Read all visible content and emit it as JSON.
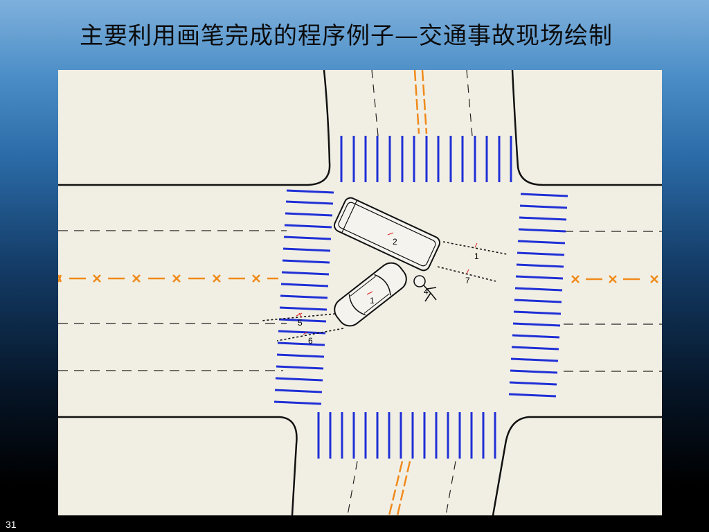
{
  "slide": {
    "title": "主要利用画笔完成的程序例子—交通事故现场绘制",
    "page_number": "31"
  },
  "colors": {
    "background": "#f1efe4",
    "crosswalk": "#1f2fd6",
    "center_line": "#f08a1a",
    "road_edge": "#111111",
    "marker": "#e02020"
  },
  "scene": {
    "vehicles": [
      {
        "id": "vehicle-2",
        "label": "2"
      },
      {
        "id": "vehicle-1",
        "label": "1"
      }
    ],
    "pedestrian": {
      "label": "4"
    },
    "markers": [
      {
        "id": "marker-1",
        "label": "1"
      },
      {
        "id": "marker-7",
        "label": "7"
      },
      {
        "id": "marker-5",
        "label": "5"
      },
      {
        "id": "marker-6",
        "label": "6"
      }
    ]
  }
}
